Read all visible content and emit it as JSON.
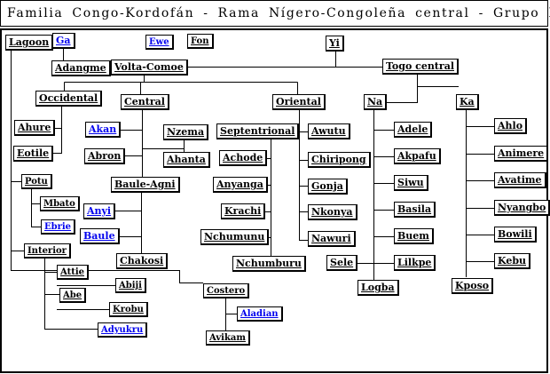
{
  "title": "Familia  Congo-Kordofán  -  Rama  Nígero-Congoleña  central  -  Grupo  Kwa",
  "colors": {
    "link": "#0000ee",
    "text": "#000000",
    "line": "#000000",
    "background": "#ffffff"
  },
  "nodes": {
    "lagoon": "Lagoon",
    "ga": "Ga",
    "ewe": "Ewe",
    "fon": "Fon",
    "yi": "Yi",
    "adangme": "Adangme",
    "volta_comoe": "Volta-Comoe",
    "togo_central": "Togo central",
    "occidental": "Occidental",
    "central": "Central",
    "oriental": "Oriental",
    "na": "Na",
    "ka": "Ka",
    "ahure": "Ahure",
    "eotile": "Eotile",
    "akan": "Akan",
    "nzema": "Nzema",
    "abron": "Abron",
    "ahanta": "Ahanta",
    "baule_agni": "Baule-Agni",
    "anyi": "Anyi",
    "baule": "Baule",
    "chakosi": "Chakosi",
    "septentrional": "Septentrional",
    "achode": "Achode",
    "anyanga": "Anyanga",
    "krachi": "Krachi",
    "nchumunu": "Nchumunu",
    "nchumburu": "Nchumburu",
    "awutu": "Awutu",
    "chiripong": "Chiripong",
    "gonja": "Gonja",
    "nkonya": "Nkonya",
    "nawuri": "Nawuri",
    "adele": "Adele",
    "akpafu": "Akpafu",
    "siwu": "Siwu",
    "basila": "Basila",
    "buem": "Buem",
    "lilkpe": "Lilkpe",
    "sele": "Sele",
    "logba": "Logba",
    "ahlo": "Ahlo",
    "animere": "Animere",
    "avatime": "Avatime",
    "nyangbo": "Nyangbo",
    "bowili": "Bowili",
    "kebu": "Kebu",
    "kposo": "Kposo",
    "potu": "Potu",
    "mbato": "Mbato",
    "ebrie": "Ebrie",
    "interior": "Interior",
    "attie": "Attie",
    "abiji": "Abiji",
    "abe": "Abe",
    "krobu": "Krobu",
    "adyukru": "Adyukru",
    "costero": "Costero",
    "aladian": "Aladian",
    "avikam": "Avikam"
  }
}
